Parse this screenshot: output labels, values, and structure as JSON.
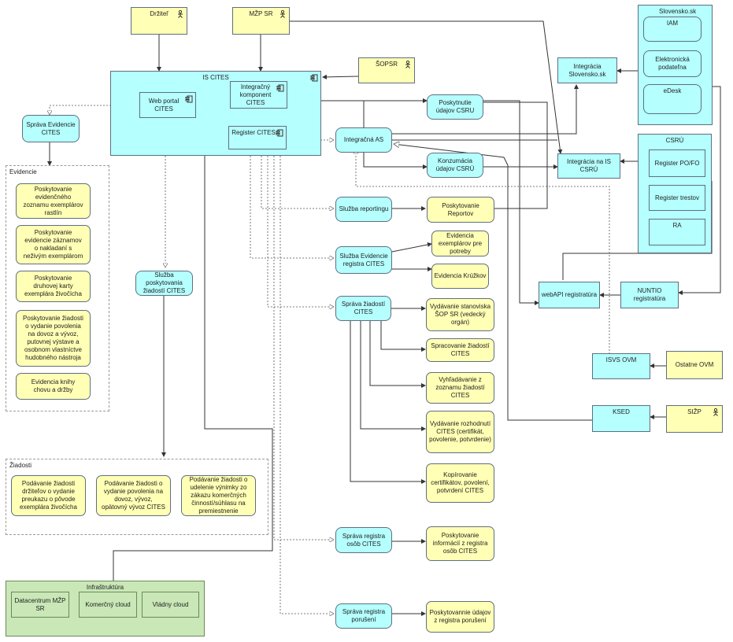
{
  "actors": {
    "drzitel": "Držiteľ",
    "mzp": "MŽP SR",
    "sopsr": "ŠOPSR",
    "ostatne": "Ostatne OVM",
    "sizp": "SIŽP"
  },
  "is_cites": {
    "title": "IS CITES",
    "web_portal": "Web portal CITES",
    "integracny": "Integračný komponent CITES",
    "register": "Register CITES"
  },
  "services_left": {
    "sprava_evidencie": "Správa Evidencie CITES",
    "sluzba_poskytovania": "Služba poskytovania žiadostí CITES"
  },
  "evidencie": {
    "title": "Evidencie",
    "items": [
      "Poskytovanie evidenčného zoznamu exemplárov rastlín",
      "Poskytovanie evidencie záznamov o nakladaní s neživým exemplárom",
      "Poskytovanie druhovej karty exemplára živočícha",
      "Poskytovanie žiadosti o vydanie povolenia na dovoz a vývoz, putovnej výstave a osobnom vlastníctve hudobného nástroja",
      "Evidencia knihy chovu a držby"
    ]
  },
  "ziadosti": {
    "title": "Žiadosti",
    "items": [
      "Podávanie žiadosti držiteľov o vydanie preukazu o pôvode exemplára živočícha",
      "Podávanie žiadosti o vydanie povolenia na dovoz, vývoz, opätovný vývoz CITES",
      "Podávanie žiadosti o udelenie výnimky zo zákazu komerčných činností/súhlasu na premiestnenie"
    ]
  },
  "infra": {
    "title": "Infraštruktúra",
    "items": [
      "Datacentrum MŽP SR",
      "Komerčný cloud",
      "Vládny cloud"
    ]
  },
  "middle": {
    "integracna_as": "Integračná AS",
    "poskytnutie_csru": "Poskytnutie údajov CSRU",
    "konzumacia_csru": "Konzumácia údajov CSRÚ",
    "sluzba_reportingu": "Služba reportingu",
    "poskytovanie_reportov": "Poskytovanie Reportov",
    "sluzba_evidencie_registra": "Služba Evidencie registra CITES",
    "evidencia_exemplarov": "Evidencia exemplárov pre potreby",
    "evidencia_kruzkov": "Evidencia Krúžkov",
    "sprava_ziadosti": "Správa žiadostí CITES",
    "vydavanie_stanoviska": "Vydávanie stanoviska ŠOP SR (vedecký orgán)",
    "spracovanie_ziadosti": "Spracovanie žiadostí CITES",
    "vyhladavanie": "Vyhľadávanie z zoznamu žiadostí CITES",
    "vydavanie_rozhodnuti": "Vydávanie rozhodnutí CITES (certifikát, povolenie, potvrdenie)",
    "kopirovanie": "Kopírovanie certifikátov, povolení, potvrdení CITES",
    "sprava_registra_osob": "Správa registra osôb CITES",
    "poskytovanie_informacii": "Poskytovanie informácií z registra osôb CITES",
    "sprava_registra_poruseni": "Správa registra porušení",
    "poskytovanie_udajov_poruseni": "Poskytovannie údajov z registra porušení"
  },
  "right": {
    "integracia_slovensko": "Integrácia Slovensko.sk",
    "integracia_csru": "Integrácia na IS CSRÚ",
    "webapi": "webAPI registratúra",
    "nuntio": "NUNTIO registratúra",
    "isvs_ovm": "ISVS OVM",
    "ksed": "KSED"
  },
  "slovensko": {
    "title": "Slovensko.sk",
    "iam": "IAM",
    "podatelna": "Elektronická podateľna",
    "edesk": "eDesk"
  },
  "csru": {
    "title": "CSRÚ",
    "po_fo": "Register PO/FO",
    "trestov": "Register trestov",
    "ra": "RA"
  }
}
